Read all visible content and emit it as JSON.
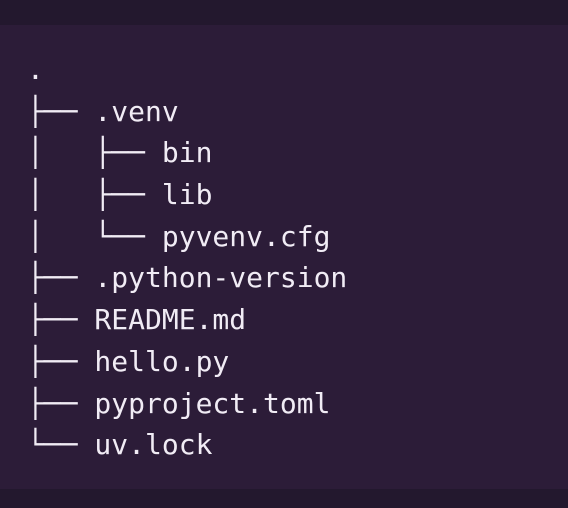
{
  "colors": {
    "page_background": "#23182e",
    "code_background": "#2c1c38",
    "text": "#f1ecf5"
  },
  "tree": {
    "lines": [
      ".",
      "├── .venv",
      "│   ├── bin",
      "│   ├── lib",
      "│   └── pyvenv.cfg",
      "├── .python-version",
      "├── README.md",
      "├── hello.py",
      "├── pyproject.toml",
      "└── uv.lock"
    ]
  }
}
